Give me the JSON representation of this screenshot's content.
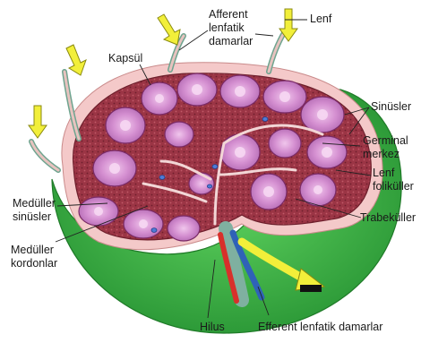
{
  "labels": {
    "afferent": [
      "Afferent",
      "lenfatik",
      "damarlar"
    ],
    "lenf": "Lenf",
    "kapsul": "Kapsül",
    "sinusler": "Sinüsler",
    "germinal": [
      "Germinal",
      "merkez"
    ],
    "lenf_folikuller": [
      "Lenf",
      "foliküller"
    ],
    "trabekuller": "Trabeküller",
    "meduller_sinusler": [
      "Medüller",
      "sinüsler"
    ],
    "meduller_kordonlar": [
      "Medüller",
      "kordonlar"
    ],
    "hilus": "Hilus",
    "efferent": "Efferent lenfatik damarlar"
  },
  "colors": {
    "capsule_green": "#3cb043",
    "capsule_pink": "#f4c9c9",
    "cortex_maroon": "#8e2f3e",
    "follicle_purple": "#c77fc4",
    "germinal_center": "#e7b3e2",
    "arrow_yellow": "#f2ef3a",
    "artery_red": "#d8302b",
    "vein_blue": "#2f62b8",
    "vessel_sheath": "#7fb0a0"
  }
}
